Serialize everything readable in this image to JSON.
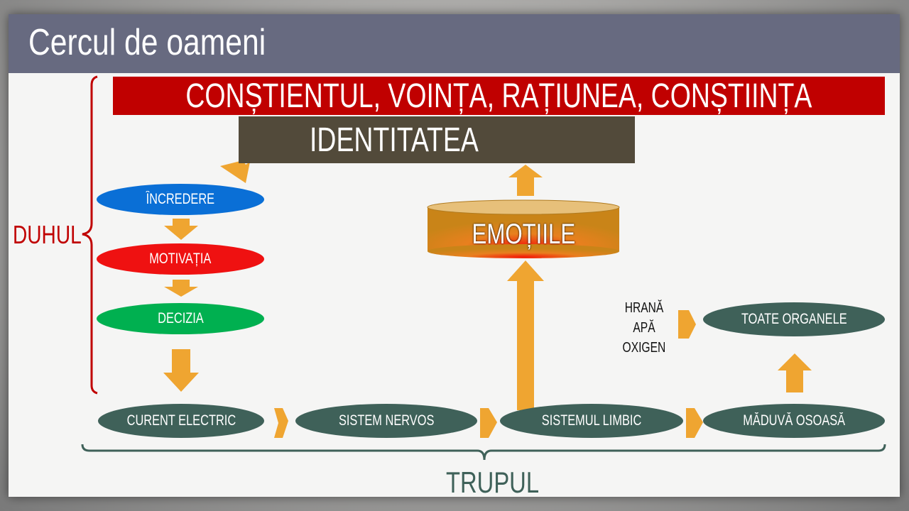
{
  "title": "Cercul de oameni",
  "top_band": "CONȘTIENTUL, VOINȚA, RAȚIUNEA, CONȘTIINȚA",
  "identity": "IDENTITATEA",
  "emotions": "EMOȚIILE",
  "spirit_label": "DUHUL",
  "body_label": "TRUPUL",
  "spirit_steps": [
    "ÎNCREDERE",
    "MOTIVAȚIA",
    "DECIZIA"
  ],
  "body_chain": [
    "CURENT ELECTRIC",
    "SISTEM NERVOS",
    "SISTEMUL LIMBIC",
    "MĂDUVĂ OSOASĂ"
  ],
  "organs": "TOATE ORGANELE",
  "inputs": [
    "HRANĂ",
    "APĂ",
    "OXIGEN"
  ],
  "colors": {
    "red": "#c00000",
    "identity": "#524a3a",
    "blue": "#0a6fd6",
    "motiv": "#ef1111",
    "decizia": "#00b050",
    "body": "#3f6159",
    "arrow": "#efa531"
  }
}
